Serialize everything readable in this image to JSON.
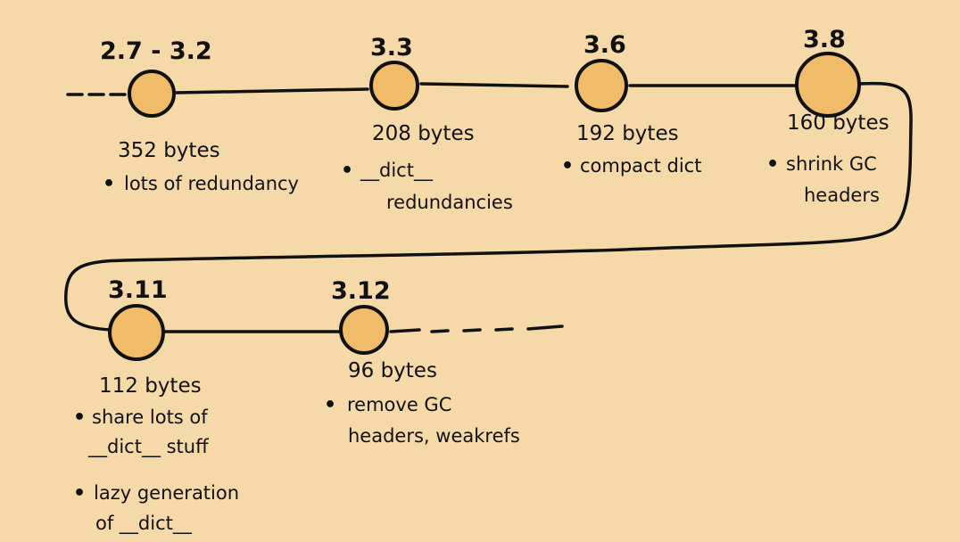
{
  "colors": {
    "background": "#f6d9a8",
    "node_fill": "#f0bc6a",
    "ink": "#111111"
  },
  "timeline": {
    "stages": [
      {
        "version": "2.7 - 3.2",
        "size": "352 bytes",
        "notes": [
          [
            "lots of redundancy"
          ]
        ]
      },
      {
        "version": "3.3",
        "size": "208 bytes",
        "notes": [
          [
            "__dict__",
            "redundancies"
          ]
        ]
      },
      {
        "version": "3.6",
        "size": "192 bytes",
        "notes": [
          [
            "compact dict"
          ]
        ]
      },
      {
        "version": "3.8",
        "size": "160 bytes",
        "notes": [
          [
            "shrink GC",
            "headers"
          ]
        ]
      },
      {
        "version": "3.11",
        "size": "112 bytes",
        "notes": [
          [
            "share lots of",
            "__dict__ stuff"
          ],
          [
            "lazy generation",
            "of __dict__"
          ]
        ]
      },
      {
        "version": "3.12",
        "size": "96 bytes",
        "notes": [
          [
            "remove GC",
            "headers, weakrefs"
          ]
        ]
      }
    ]
  }
}
